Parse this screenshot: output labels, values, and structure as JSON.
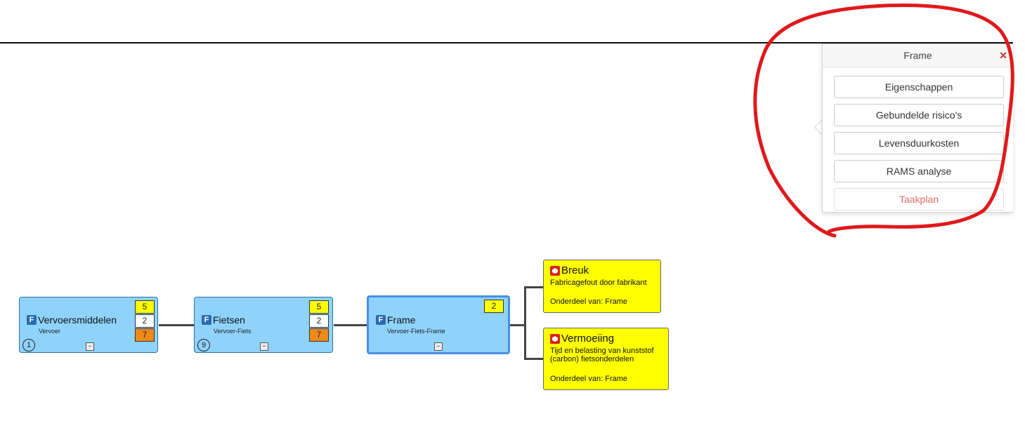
{
  "popup": {
    "title": "Frame",
    "close_glyph": "✕",
    "buttons": [
      "Eigenschappen",
      "Gebundelde risico's",
      "Levensduurkosten",
      "RAMS analyse",
      "Taakplan"
    ]
  },
  "nodes": [
    {
      "title": "Vervoersmiddelen",
      "subtitle": "Vervoer",
      "number": "1",
      "cells": [
        "5",
        "2",
        "7"
      ],
      "icon": "F"
    },
    {
      "title": "Fietsen",
      "subtitle": "Vervoer-Fiets",
      "number": "9",
      "cells": [
        "5",
        "2",
        "7"
      ],
      "icon": "F"
    },
    {
      "title": "Frame",
      "subtitle": "Vervoer-Fiets-Frame",
      "cells": [
        "2"
      ],
      "icon": "F"
    }
  ],
  "risks": [
    {
      "title": "Breuk",
      "description": "Fabricagefout door fabrikant",
      "part": "Onderdeel van: Frame"
    },
    {
      "title": "Vermoeiing",
      "description": "Tijd en belasting van kunststof (carbon) fietsonderdelen",
      "part": "Onderdeel van: Frame"
    }
  ],
  "minus_glyph": "−",
  "colors": {
    "node_bg": "#8fd3fd",
    "risk_bg": "#ffff00",
    "cell_orange": "#f08a1c",
    "annotation_red": "#e0191c"
  }
}
